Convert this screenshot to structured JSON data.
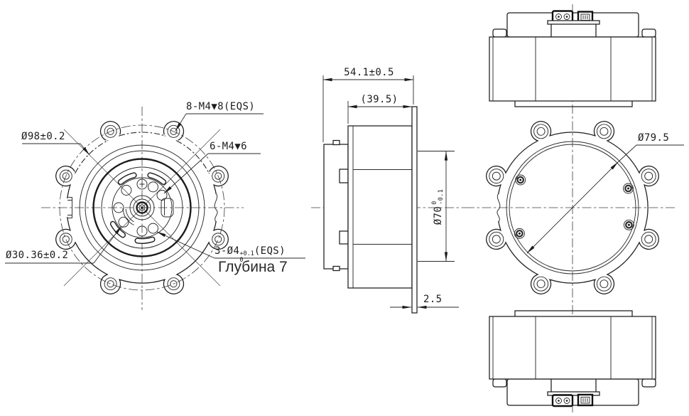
{
  "drawing": {
    "front_view": {
      "dia_bolt_circle": "Ø98±0.2",
      "dia_hub": "Ø30.36±0.2",
      "mount_holes_label": "8-M4▼8(EQS)",
      "face_holes_label": "6-M4▼6",
      "pin_holes": {
        "prefix": "3-Ø4",
        "tol_top": "+0.1",
        "tol_bottom": "0",
        "suffix": "(EQS)"
      },
      "depth_note": "Глубина 7"
    },
    "side_view": {
      "overall_length": "54.1±0.5",
      "body_length": "(39.5)",
      "spigot": {
        "prefix": "Ø70",
        "tol_top": "0",
        "tol_bottom": "-0.1"
      },
      "flange_thickness": "2.5"
    },
    "back_view": {
      "spigot_diameter": "Ø79.5"
    },
    "colors": {
      "line": "#1c1c1c",
      "background": "#ffffff"
    }
  }
}
